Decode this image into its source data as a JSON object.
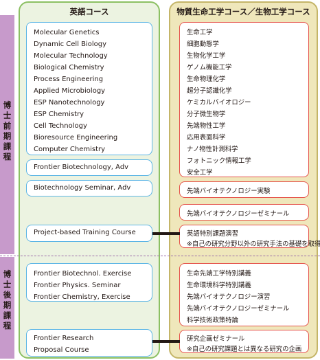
{
  "side_labels": {
    "first_stage": [
      "博",
      "士",
      "前",
      "期",
      "課",
      "程"
    ],
    "second_stage": [
      "博",
      "士",
      "後",
      "期",
      "課",
      "程"
    ]
  },
  "headers": {
    "english": "英語コース",
    "japanese": "物質生命工学コース／生物工学コース"
  },
  "english_course": {
    "main_subjects": [
      "Molecular Genetics",
      "Dynamic Cell Biology",
      "Molecular Technology",
      "Biological Chemistry",
      "Process Engineering",
      "Applied Microbiology",
      "ESP Nanotechnology",
      "ESP Chemistry",
      "Cell Technology",
      "Bioresource Engineering",
      "Computer Chemistry"
    ],
    "frontier_biotech": "Frontier Biotechnology, Adv",
    "biotech_seminar": "Biotechnology Seminar, Adv",
    "project_training": "Project-based Training Course",
    "doctoral_subjects": [
      "Frontier Biotechnol. Exercise",
      "Frontier Physics. Seminar",
      "Frontier Chemistry, Exercise"
    ],
    "frontier_research": [
      "Frontier Research",
      "Proposal Course"
    ]
  },
  "japanese_course": {
    "main_subjects": [
      "生命工学",
      "細胞動態学",
      "生物化学工学",
      "ゲノム機能工学",
      "生命物理化学",
      "超分子認識化学",
      "ケミカルバイオロジー",
      "分子微生物学",
      "先端物性工学",
      "応用表面科学",
      "ナノ物性計測科学",
      "フォトニック情報工学",
      "安全工学"
    ],
    "adv_experiment": "先端バイオテクノロジー実験",
    "adv_seminar": "先端バイオテクノロジーゼミナール",
    "special_exercise": "英語特別課題演習",
    "special_exercise_note": "※自己の研究分野以外の研究手法の基礎を取得",
    "doctoral_subjects": [
      "生命先端工学特別講義",
      "生命環境科学特別講義",
      "先端バイオテクノロジー演習",
      "先端バイオテクノロジーゼミナール",
      "科学技術政策特論"
    ],
    "research_seminar": "研究企画ゼミナール",
    "research_seminar_note": "※自己の研究課題とは異なる研究の企画"
  }
}
